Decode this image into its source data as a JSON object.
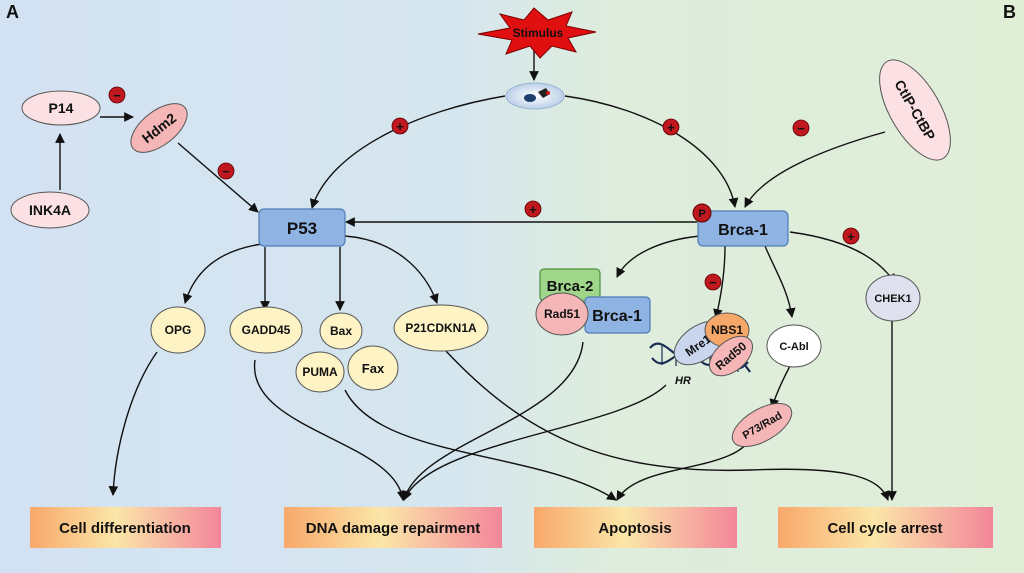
{
  "panels": {
    "left_letter": "A",
    "right_letter": "B"
  },
  "colors": {
    "left_bg": "#d3e2f2",
    "right_bg": "#e0eed8",
    "protein_box": "#8fb4e3",
    "stimulus": "#e01010",
    "pink_node": "#f4b6b6",
    "light_pink_node": "#fbe1e4",
    "yellow_node": "#fdf3c4",
    "green_box": "#9fd68a",
    "sign_red": "#c0181f",
    "hr_red": "#d11a1a"
  },
  "nodes": {
    "stimulus": "Stimulus",
    "p14": "P14",
    "ink4a": "INK4A",
    "hdm2": "Hdm2",
    "ctip_ctbp": "CtIP-CtBP",
    "p53": "P53",
    "brca1": "Brca-1",
    "phospho": "P",
    "opg": "OPG",
    "gadd45": "GADD45",
    "bax": "Bax",
    "puma": "PUMA",
    "fax": "Fax",
    "p21": "P21CDKN1A",
    "brca2": "Brca-2",
    "rad51": "Rad51",
    "brca1_complex": "Brca-1",
    "mre11": "Mre11",
    "nbs1": "NBS1",
    "rad50": "Rad50",
    "hr": "HR",
    "c_abl": "C-Abl",
    "p73": "P73/Rad",
    "chek1": "CHEK1"
  },
  "outcomes": {
    "cell_differentiation": "Cell differentiation",
    "dna_repair": "DNA damage repairment",
    "apoptosis": "Apoptosis",
    "cell_cycle_arrest": "Cell cycle arrest"
  },
  "signs": {
    "plus": "+",
    "minus": "−"
  }
}
